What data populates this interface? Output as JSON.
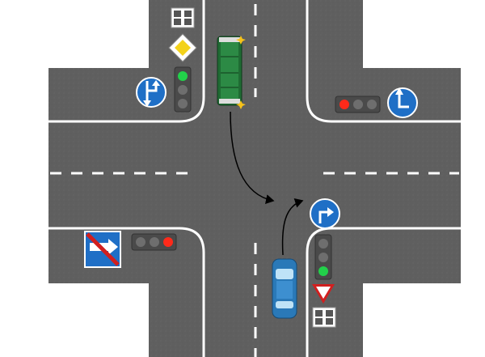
{
  "scene": {
    "description_free": true,
    "colors": {
      "road": "#5f5f5f",
      "road_dark": "#555555",
      "curb": "#ffffff",
      "lane_marking": "#ffffff",
      "background": "#ffffff",
      "sign_blue": "#1f6fc6",
      "sign_red": "#d11f1f",
      "priority_yellow": "#f3d21a",
      "tram_green": "#1f6b33",
      "car_blue": "#2a79b8",
      "light_green": "#22d14a",
      "light_red": "#ff2a1a",
      "light_off": "#6e6e6e"
    },
    "vehicles": [
      {
        "name": "tram",
        "color": "tram_green",
        "facing": "down",
        "turn_signal": "left"
      },
      {
        "name": "car",
        "color": "car_blue",
        "facing": "up",
        "turn_signal": "none"
      }
    ],
    "traffic_lights": [
      {
        "name": "traffic-light-north-west",
        "active": "green"
      },
      {
        "name": "traffic-light-north-east",
        "active": "red"
      },
      {
        "name": "traffic-light-south-west",
        "active": "red"
      },
      {
        "name": "traffic-light-south-east",
        "active": "green"
      }
    ],
    "signs": [
      {
        "name": "crossroad-plate-north",
        "icon": "crossroad-layout-icon"
      },
      {
        "name": "priority-road-sign",
        "icon": "yellow-diamond-icon"
      },
      {
        "name": "lane-direction-sign-north",
        "icon": "straight-and-right-arrow-icon"
      },
      {
        "name": "turn-left-sign-east",
        "icon": "turn-left-arrow-icon"
      },
      {
        "name": "end-of-one-way-sign",
        "icon": "crossed-arrow-icon"
      },
      {
        "name": "turn-right-sign-south",
        "icon": "turn-right-arrow-icon"
      },
      {
        "name": "yield-sign",
        "icon": "yield-triangle-icon"
      },
      {
        "name": "crossroad-plate-south",
        "icon": "crossroad-layout-icon"
      }
    ]
  }
}
